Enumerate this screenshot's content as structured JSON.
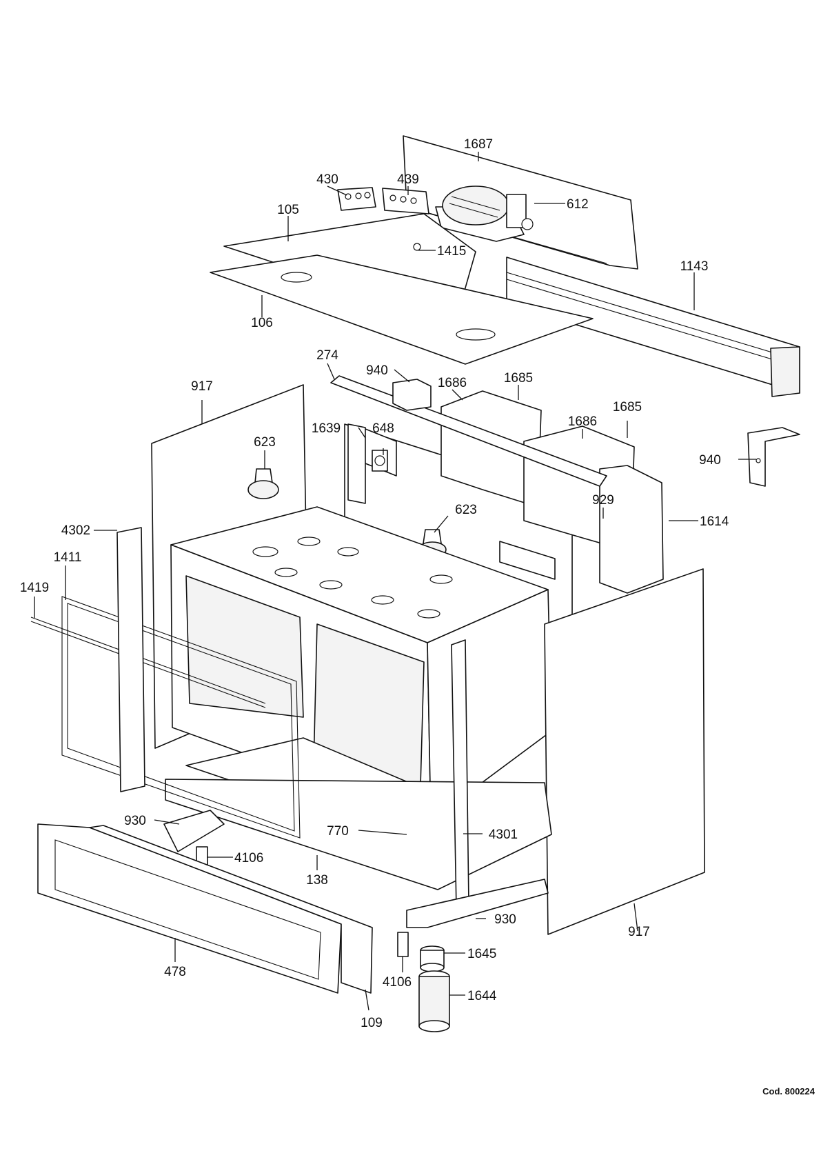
{
  "callouts": {
    "c1687": "1687",
    "c430": "430",
    "c439": "439",
    "c612": "612",
    "c105": "105",
    "c1415": "1415",
    "c1143": "1143",
    "c106": "106",
    "c274": "274",
    "c940a": "940",
    "c1686a": "1686",
    "c1685a": "1685",
    "c917a": "917",
    "c1639": "1639",
    "c648": "648",
    "c1686b": "1686",
    "c1685b": "1685",
    "c940b": "940",
    "c623a": "623",
    "c929": "929",
    "c623b": "623",
    "c1614": "1614",
    "c4302": "4302",
    "c1411": "1411",
    "c1419": "1419",
    "c930a": "930",
    "c770": "770",
    "c4301": "4301",
    "c4106a": "4106",
    "c138": "138",
    "c930b": "930",
    "c917b": "917",
    "c1645": "1645",
    "c478": "478",
    "c4106b": "4106",
    "c1644": "1644",
    "c109": "109"
  },
  "footer": {
    "code": "Cod. 800224"
  }
}
